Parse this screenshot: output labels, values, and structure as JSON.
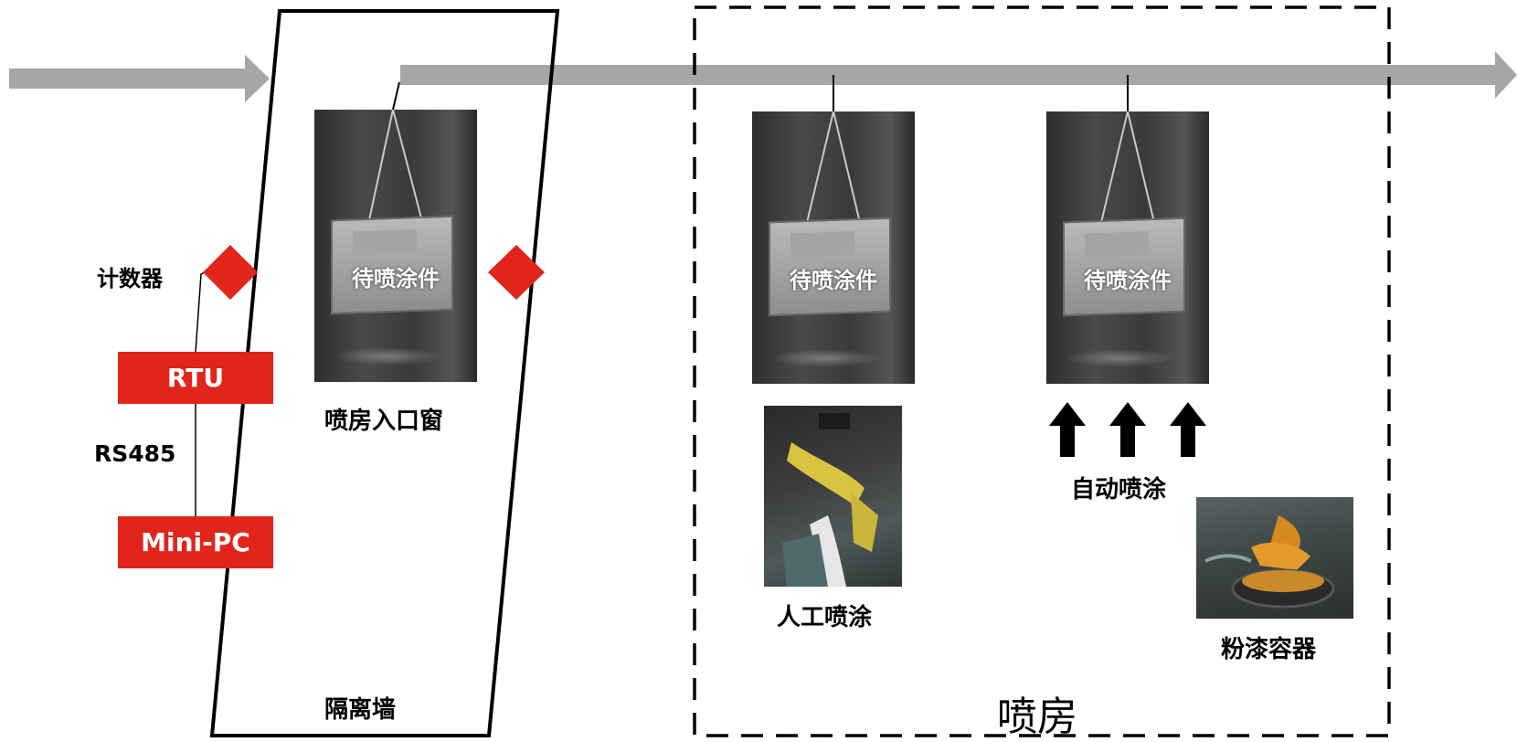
{
  "labels": {
    "counter": "计数器",
    "rtu": "RTU",
    "rs485": "RS485",
    "minipc": "Mini-PC",
    "entrance_window": "喷房入口窗",
    "isolation_wall": "隔离墙",
    "workpiece": "待喷涂件",
    "manual_spray": "人工喷涂",
    "auto_spray": "自动喷涂",
    "powder_container": "粉漆容器",
    "spray_booth": "喷房"
  },
  "colors": {
    "conveyor": "#a6a6a6",
    "sensor": "#e1251b",
    "red_box": "#e1251b",
    "outline": "#000000"
  }
}
